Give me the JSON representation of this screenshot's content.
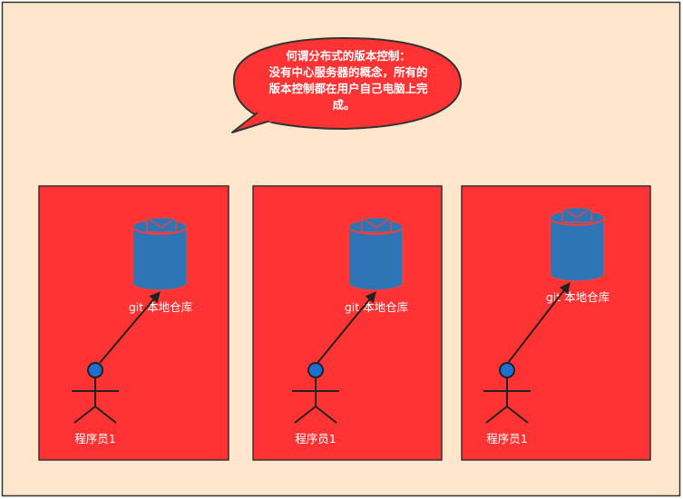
{
  "colors": {
    "background": "#ffe6cc",
    "frame_border": "#333333",
    "panel_fill": "#ff3333",
    "panel_border": "#333333",
    "bubble_fill": "#ff3333",
    "bubble_border": "#333333",
    "db_body": "#2e75b6",
    "db_border": "#e94040",
    "actor_head": "#1f6fd0",
    "line": "#222222",
    "text": "#ffffff"
  },
  "speech_bubble": {
    "lines": [
      "何谓分布式的版本控制：",
      "没有中心服务器的概念，所有的",
      "版本控制都在用户自己电脑上完",
      "成。"
    ]
  },
  "panels": [
    {
      "repo_label": "git 本地仓库",
      "actor_label": "程序员1"
    },
    {
      "repo_label": "git 本地仓库",
      "actor_label": "程序员1"
    },
    {
      "repo_label": "git 本地仓库",
      "actor_label": "程序员1"
    }
  ],
  "icons": {
    "repository": "database-icon",
    "programmer": "stick-figure-icon",
    "mail_flap": "envelope-icon"
  }
}
